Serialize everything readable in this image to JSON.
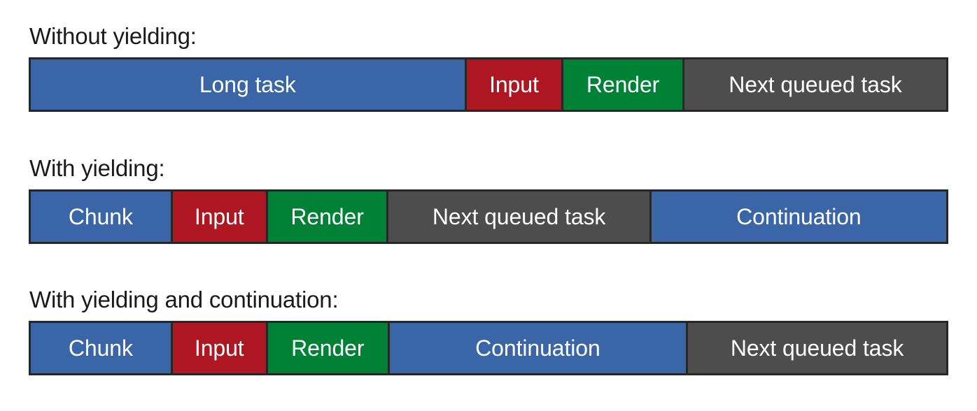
{
  "palette": {
    "blue": "#3a66a7",
    "red": "#ae1722",
    "green": "#008236",
    "gray": "#4d4d4d",
    "border": "#262626",
    "text_on_bar": "#ffffff",
    "label_text": "#1a1a1a",
    "background": "#ffffff"
  },
  "chart_data": {
    "type": "bar",
    "title": "",
    "orientation": "horizontal-stacked-timeline",
    "xlabel": "",
    "ylabel": "",
    "categories": [
      "Without yielding:",
      "With yielding:",
      "With yielding and continuation:"
    ],
    "series": [
      {
        "name": "Without yielding:",
        "segments": [
          {
            "label": "Long task",
            "color": "blue",
            "width_pct": 47.6
          },
          {
            "label": "Input",
            "color": "red",
            "width_pct": 10.6
          },
          {
            "label": "Render",
            "color": "green",
            "width_pct": 13.2
          },
          {
            "label": "Next queued task",
            "color": "gray",
            "width_pct": 28.6
          }
        ]
      },
      {
        "name": "With yielding:",
        "segments": [
          {
            "label": "Chunk",
            "color": "blue",
            "width_pct": 15.5
          },
          {
            "label": "Input",
            "color": "red",
            "width_pct": 10.4
          },
          {
            "label": "Render",
            "color": "green",
            "width_pct": 13.2
          },
          {
            "label": "Next queued task",
            "color": "gray",
            "width_pct": 28.7
          },
          {
            "label": "Continuation",
            "color": "blue",
            "width_pct": 32.2
          }
        ]
      },
      {
        "name": "With yielding and continuation:",
        "segments": [
          {
            "label": "Chunk",
            "color": "blue",
            "width_pct": 15.5
          },
          {
            "label": "Input",
            "color": "red",
            "width_pct": 10.4
          },
          {
            "label": "Render",
            "color": "green",
            "width_pct": 13.3
          },
          {
            "label": "Continuation",
            "color": "blue",
            "width_pct": 32.6
          },
          {
            "label": "Next queued task",
            "color": "gray",
            "width_pct": 28.2
          }
        ]
      }
    ]
  },
  "scenarios": [
    {
      "label": "Without yielding:",
      "segments": [
        {
          "label": "Long task",
          "color": "blue",
          "width_pct": 47.6
        },
        {
          "label": "Input",
          "color": "red",
          "width_pct": 10.6
        },
        {
          "label": "Render",
          "color": "green",
          "width_pct": 13.2
        },
        {
          "label": "Next queued task",
          "color": "gray",
          "width_pct": 28.6
        }
      ]
    },
    {
      "label": "With yielding:",
      "segments": [
        {
          "label": "Chunk",
          "color": "blue",
          "width_pct": 15.5
        },
        {
          "label": "Input",
          "color": "red",
          "width_pct": 10.4
        },
        {
          "label": "Render",
          "color": "green",
          "width_pct": 13.2
        },
        {
          "label": "Next queued task",
          "color": "gray",
          "width_pct": 28.7
        },
        {
          "label": "Continuation",
          "color": "blue",
          "width_pct": 32.2
        }
      ]
    },
    {
      "label": "With yielding and continuation:",
      "segments": [
        {
          "label": "Chunk",
          "color": "blue",
          "width_pct": 15.5
        },
        {
          "label": "Input",
          "color": "red",
          "width_pct": 10.4
        },
        {
          "label": "Render",
          "color": "green",
          "width_pct": 13.3
        },
        {
          "label": "Continuation",
          "color": "blue",
          "width_pct": 32.6
        },
        {
          "label": "Next queued task",
          "color": "gray",
          "width_pct": 28.2
        }
      ]
    }
  ]
}
